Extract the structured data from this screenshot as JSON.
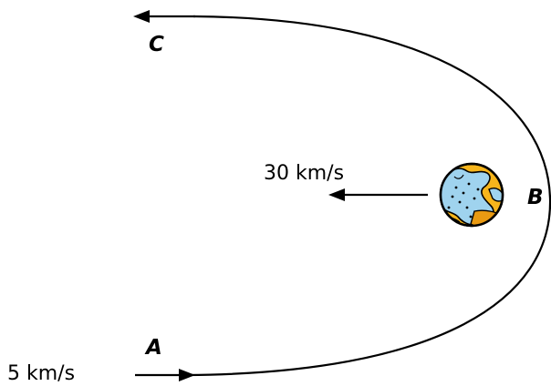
{
  "points": {
    "a": "A",
    "b": "B",
    "c": "C"
  },
  "speeds": {
    "a": "5 km/s",
    "b": "30 km/s"
  },
  "colors": {
    "stroke": "#000000",
    "ocean": "#9fd3ee",
    "land": "#f6b51c",
    "land_dark": "#e99a12"
  },
  "icons": {
    "planet": "earth-globe-icon"
  }
}
